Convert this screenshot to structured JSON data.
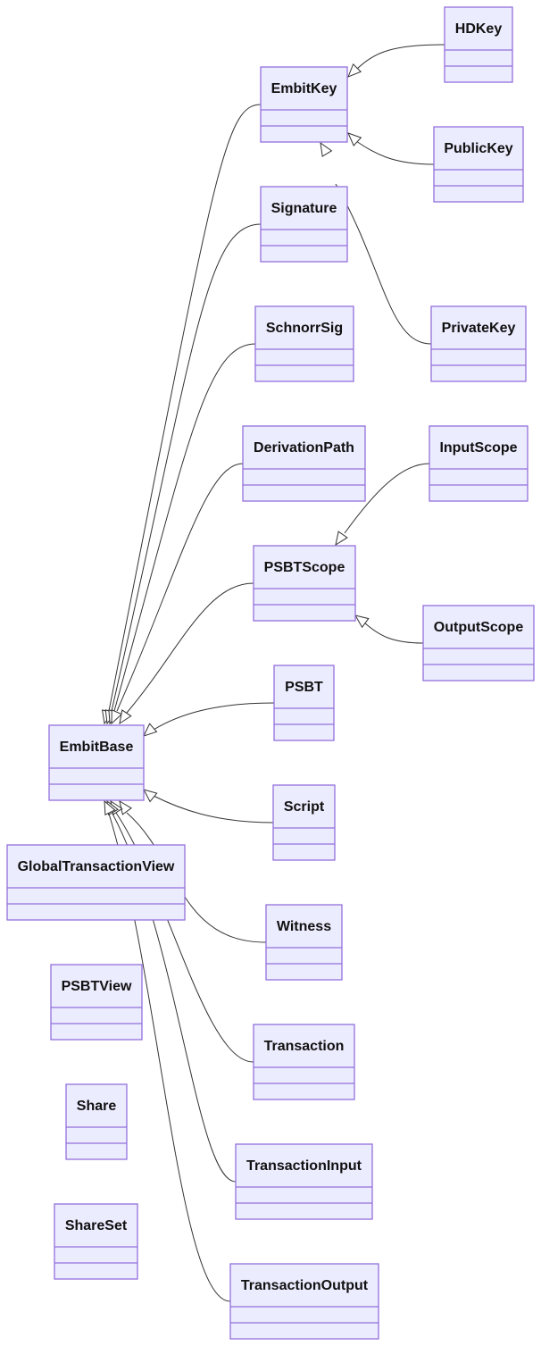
{
  "diagram": {
    "type": "uml-class-diagram",
    "colors": {
      "box_fill": "#ECECFF",
      "box_stroke": "#9370DB",
      "edge": "#333333"
    },
    "classes": [
      {
        "id": "HDKey",
        "label": "HDKey"
      },
      {
        "id": "EmbitKey",
        "label": "EmbitKey"
      },
      {
        "id": "PublicKey",
        "label": "PublicKey"
      },
      {
        "id": "Signature",
        "label": "Signature"
      },
      {
        "id": "SchnorrSig",
        "label": "SchnorrSig"
      },
      {
        "id": "PrivateKey",
        "label": "PrivateKey"
      },
      {
        "id": "DerivationPath",
        "label": "DerivationPath"
      },
      {
        "id": "InputScope",
        "label": "InputScope"
      },
      {
        "id": "PSBTScope",
        "label": "PSBTScope"
      },
      {
        "id": "OutputScope",
        "label": "OutputScope"
      },
      {
        "id": "PSBT",
        "label": "PSBT"
      },
      {
        "id": "EmbitBase",
        "label": "EmbitBase"
      },
      {
        "id": "Script",
        "label": "Script"
      },
      {
        "id": "GlobalTransactionView",
        "label": "GlobalTransactionView"
      },
      {
        "id": "Witness",
        "label": "Witness"
      },
      {
        "id": "PSBTView",
        "label": "PSBTView"
      },
      {
        "id": "Transaction",
        "label": "Transaction"
      },
      {
        "id": "Share",
        "label": "Share"
      },
      {
        "id": "TransactionInput",
        "label": "TransactionInput"
      },
      {
        "id": "ShareSet",
        "label": "ShareSet"
      },
      {
        "id": "TransactionOutput",
        "label": "TransactionOutput"
      }
    ],
    "inheritance": [
      {
        "child": "HDKey",
        "parent": "EmbitKey"
      },
      {
        "child": "PublicKey",
        "parent": "EmbitKey"
      },
      {
        "child": "PrivateKey",
        "parent": "EmbitKey"
      },
      {
        "child": "InputScope",
        "parent": "PSBTScope"
      },
      {
        "child": "OutputScope",
        "parent": "PSBTScope"
      },
      {
        "child": "EmbitKey",
        "parent": "EmbitBase"
      },
      {
        "child": "Signature",
        "parent": "EmbitBase"
      },
      {
        "child": "SchnorrSig",
        "parent": "EmbitBase"
      },
      {
        "child": "DerivationPath",
        "parent": "EmbitBase"
      },
      {
        "child": "PSBTScope",
        "parent": "EmbitBase"
      },
      {
        "child": "PSBT",
        "parent": "EmbitBase"
      },
      {
        "child": "Script",
        "parent": "EmbitBase"
      },
      {
        "child": "Witness",
        "parent": "EmbitBase"
      },
      {
        "child": "Transaction",
        "parent": "EmbitBase"
      },
      {
        "child": "TransactionInput",
        "parent": "EmbitBase"
      },
      {
        "child": "TransactionOutput",
        "parent": "EmbitBase"
      }
    ]
  }
}
